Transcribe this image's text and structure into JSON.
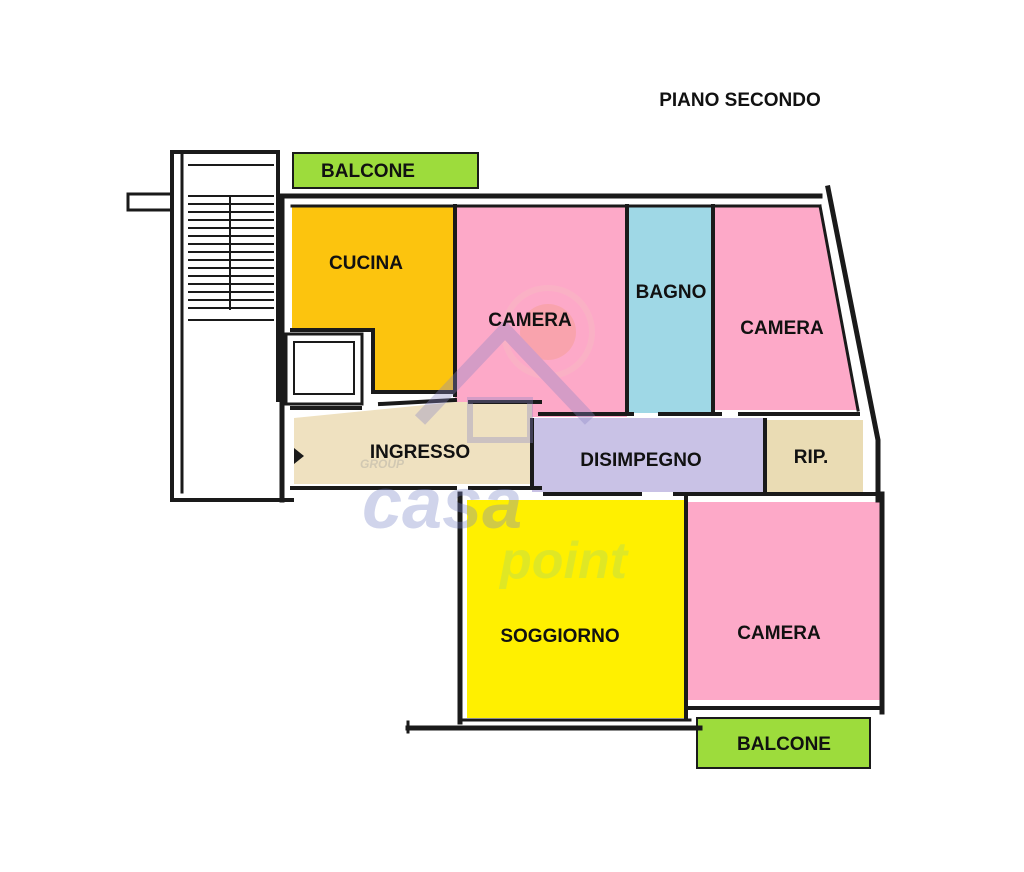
{
  "floor_title": "PIANO SECONDO",
  "colors": {
    "cucina": "#fcc40e",
    "camera": "#fda9c8",
    "bagno": "#9fd8e6",
    "ingresso": "#efe1c0",
    "disimpegno": "#c9c2e6",
    "ripostiglio": "#eadcb4",
    "soggiorno": "#fff000",
    "balcone": "#9ddc3c",
    "wall": "#1a1a1a"
  },
  "rooms": {
    "balcone_top": "BALCONE",
    "cucina": "CUCINA",
    "camera_1": "CAMERA",
    "bagno": "BAGNO",
    "camera_2": "CAMERA",
    "ingresso": "INGRESSO",
    "disimpegno": "DISIMPEGNO",
    "ripostiglio": "RIP.",
    "soggiorno": "SOGGIORNO",
    "camera_3": "CAMERA",
    "balcone_bottom": "BALCONE"
  },
  "watermark": {
    "brand_top": "casa",
    "brand_bottom": "point",
    "group": "GROUP"
  },
  "icons": [
    "stairs-icon",
    "house-logo-icon"
  ]
}
